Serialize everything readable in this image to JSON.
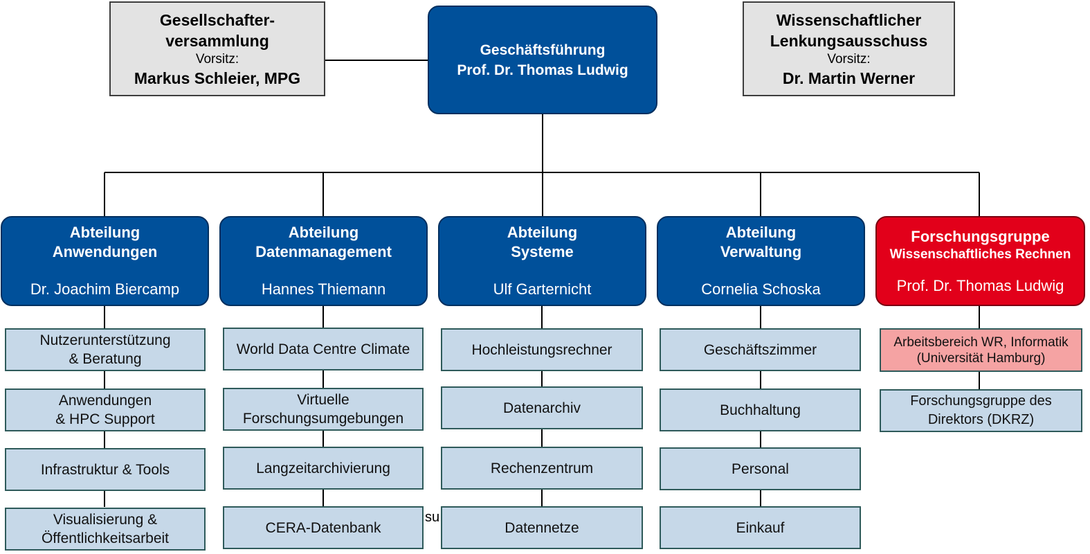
{
  "top": {
    "shareholders": {
      "title_1": "Gesellschafter-",
      "title_2": "versammlung",
      "chair_label": "Vorsitz:",
      "chair_name": "Markus Schleier, MPG"
    },
    "management": {
      "title": "Geschäftsführung",
      "name": "Prof. Dr. Thomas Ludwig"
    },
    "steering": {
      "title_1": "Wissenschaftlicher",
      "title_2": "Lenkungsausschuss",
      "chair_label": "Vorsitz:",
      "chair_name": "Dr. Martin Werner"
    }
  },
  "departments": [
    {
      "title_1": "Abteilung",
      "title_2": "Anwendungen",
      "head": "Dr. Joachim Biercamp",
      "units": [
        [
          "Nutzerunterstützung",
          "& Beratung"
        ],
        [
          "Anwendungen",
          "& HPC Support"
        ],
        [
          "Infrastruktur & Tools"
        ],
        [
          "Visualisierung &",
          "Öffentlichkeitsarbeit"
        ]
      ]
    },
    {
      "title_1": "Abteilung",
      "title_2": "Datenmanagement",
      "head": "Hannes Thiemann",
      "units": [
        [
          "World Data Centre Climate"
        ],
        [
          "Virtuelle",
          "Forschungsumgebungen"
        ],
        [
          "Langzeitarchivierung"
        ],
        [
          "CERA-Datenbank"
        ]
      ]
    },
    {
      "title_1": "Abteilung",
      "title_2": "Systeme",
      "head": "Ulf Garternicht",
      "units": [
        [
          "Hochleistungsrechner"
        ],
        [
          "Datenarchiv"
        ],
        [
          "Rechenzentrum"
        ],
        [
          "Datennetze"
        ]
      ]
    },
    {
      "title_1": "Abteilung",
      "title_2": "Verwaltung",
      "head": "Cornelia Schoska",
      "units": [
        [
          "Geschäftszimmer"
        ],
        [
          "Buchhaltung"
        ],
        [
          "Personal"
        ],
        [
          "Einkauf"
        ]
      ]
    },
    {
      "title_1": "Forschungsgruppe",
      "title_2": "Wissenschaftliches Rechnen",
      "head": "Prof. Dr. Thomas Ludwig",
      "units": [
        [
          "Arbeitsbereich WR, Informatik",
          "(Universität Hamburg)"
        ],
        [
          "Forschungsgruppe des",
          "Direktors (DKRZ)"
        ]
      ]
    }
  ],
  "stray_text": "su",
  "colors": {
    "blue": "#00509a",
    "red": "#e2001a",
    "light_blue": "#c6d8e8",
    "light_red": "#f5a3a3",
    "gray": "#e3e3e3"
  }
}
